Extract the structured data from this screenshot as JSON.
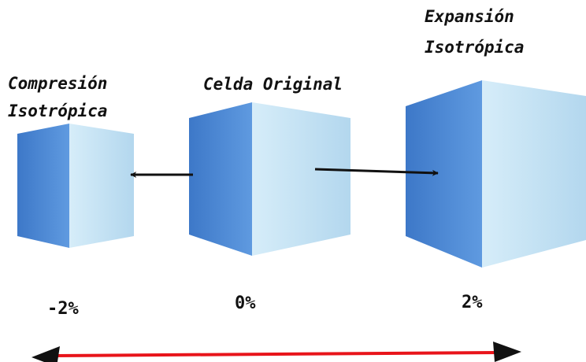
{
  "labels": {
    "compression_line1": "Compresión",
    "compression_line2": "Isotrópica",
    "original": "Celda Original",
    "expansion_line1": "Expansión",
    "expansion_line2": "Isotrópica"
  },
  "percent_labels": {
    "compression": "-2%",
    "original": "0%",
    "expansion": "2%"
  },
  "colors": {
    "cube_front": "#4a86d2",
    "cube_side": "#c6e4f4",
    "arrow": "#111111",
    "scale_bar": "#e8141a"
  }
}
